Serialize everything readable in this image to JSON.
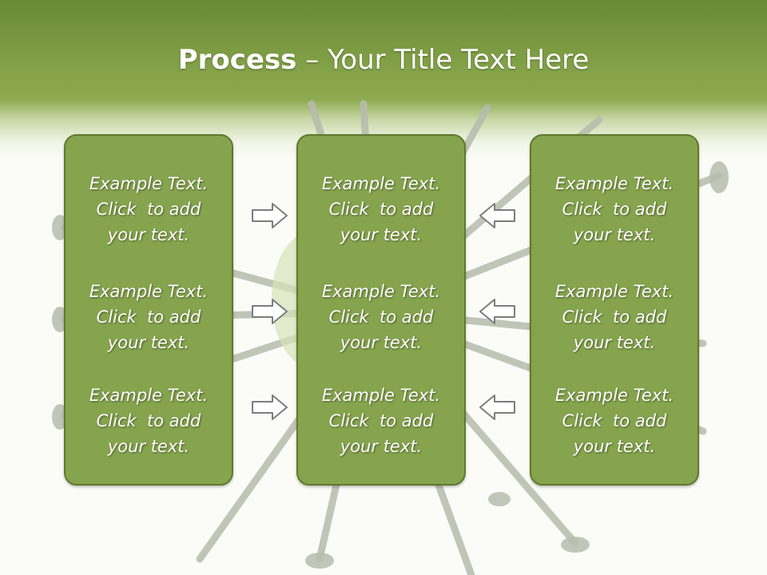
{
  "slide": {
    "title_strong": "Process",
    "title_rest": " – Your Title Text Here"
  },
  "columns": [
    {
      "items": [
        [
          "Example Text.",
          "Click  to add",
          "your text."
        ],
        [
          "Example Text.",
          "Click  to add",
          "your text."
        ],
        [
          "Example Text.",
          "Click  to add",
          "your text."
        ]
      ]
    },
    {
      "items": [
        [
          "Example Text.",
          "Click  to add",
          "your text."
        ],
        [
          "Example Text.",
          "Click  to add",
          "your text."
        ],
        [
          "Example Text.",
          "Click  to add",
          "your text."
        ]
      ]
    },
    {
      "items": [
        [
          "Example Text.",
          "Click  to add",
          "your text."
        ],
        [
          "Example Text.",
          "Click  to add",
          "your text."
        ],
        [
          "Example Text.",
          "Click  to add",
          "your text."
        ]
      ]
    }
  ],
  "arrows": {
    "left_group": "right-arrow-icon",
    "right_group": "left-arrow-icon"
  },
  "colors": {
    "panel_fill": "#86a34d",
    "panel_border": "#5e7a2e",
    "title_band": "#7f9d44",
    "text": "#ffffff"
  }
}
